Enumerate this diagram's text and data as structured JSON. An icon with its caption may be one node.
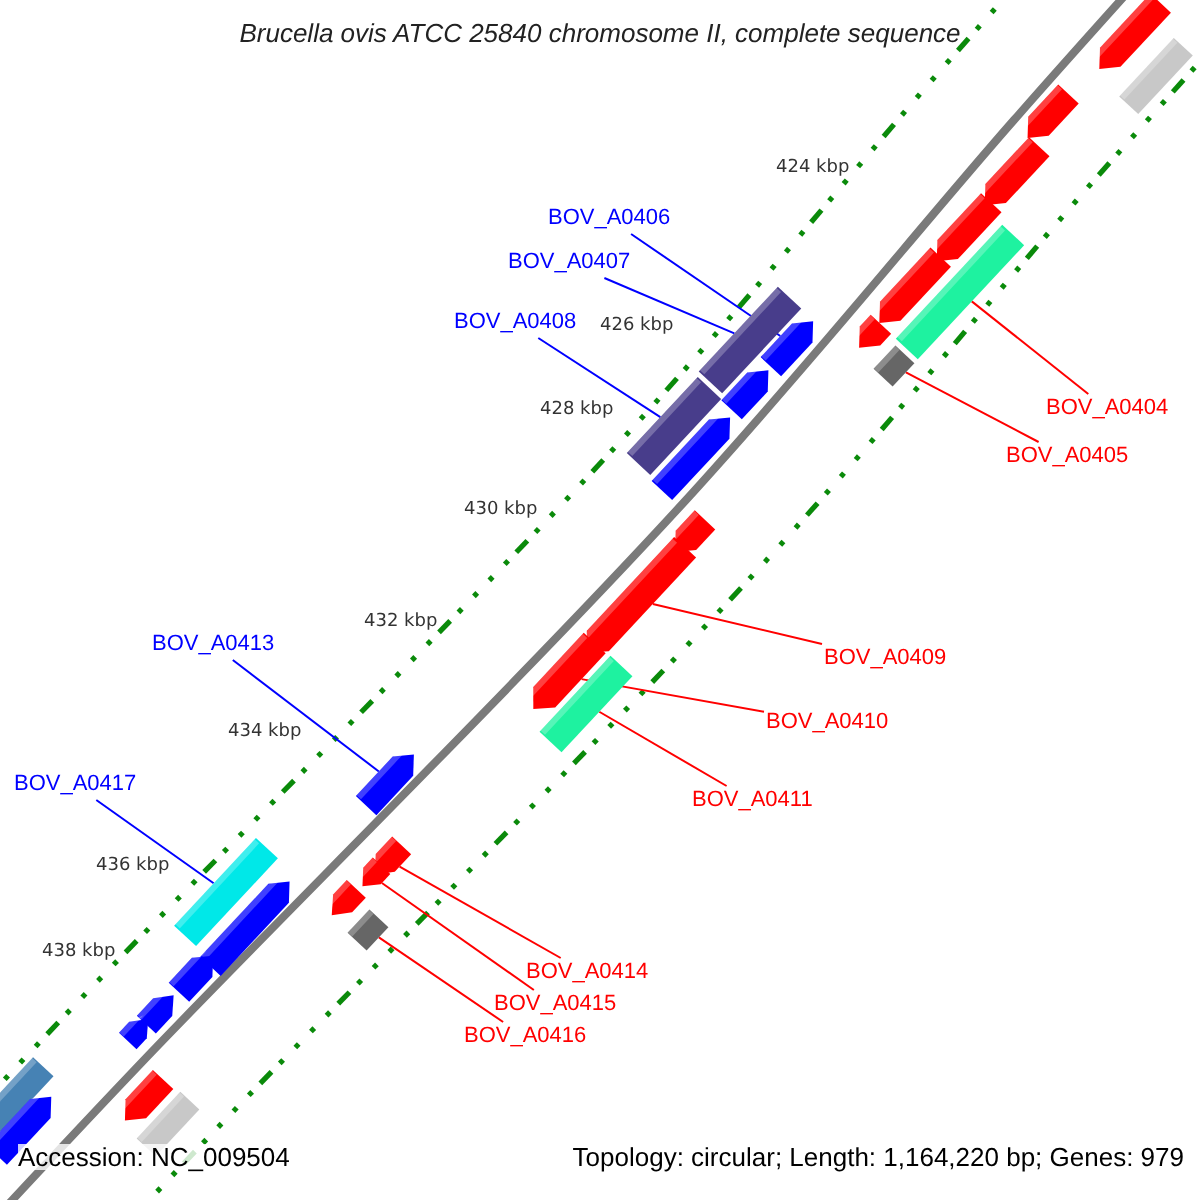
{
  "diagram": {
    "title": "Brucella ovis ATCC 25840 chromosome II, complete sequence",
    "nodes": [
      {
        "text": [
          "BOV_A0406"
        ]
      },
      {
        "text": [
          "BOV_A0407"
        ]
      },
      {
        "text": [
          "BOV_A0408"
        ]
      },
      {
        "text": [
          "BOV_A0404"
        ]
      },
      {
        "text": [
          "BOV_A0405"
        ]
      },
      {
        "text": [
          "BOV_A0413"
        ]
      },
      {
        "text": [
          "BOV_A0409"
        ]
      },
      {
        "text": [
          "BOV_A0410"
        ]
      },
      {
        "text": [
          "BOV_A0417"
        ]
      },
      {
        "text": [
          "BOV_A0411"
        ]
      },
      {
        "text": [
          "BOV_A0414"
        ]
      },
      {
        "text": [
          "BOV_A0415"
        ]
      },
      {
        "text": [
          "BOV_A0416"
        ]
      },
      {
        "text": [],
        "shape": "pentagon"
      },
      {
        "text": [],
        "shape": "bar"
      },
      {
        "text": [],
        "shape": "pentagon"
      },
      {
        "text": [],
        "shape": "pentagon"
      },
      {
        "text": [],
        "shape": "pentagon"
      },
      {
        "text": [],
        "shape": "pentagon"
      },
      {
        "text": [],
        "shape": "bar"
      },
      {
        "text": [],
        "shape": "pentagon"
      },
      {
        "text": [],
        "shape": "bar"
      },
      {
        "text": [],
        "shape": "pentagon"
      },
      {
        "text": [],
        "shape": "bar"
      },
      {
        "text": [],
        "shape": "pentagon"
      },
      {
        "text": [],
        "shape": "bar"
      },
      {
        "text": [],
        "shape": "pentagon"
      },
      {
        "text": [],
        "shape": "pentagon"
      },
      {
        "text": [],
        "shape": "pentagon"
      },
      {
        "text": [],
        "shape": "pentagon"
      },
      {
        "text": [],
        "shape": "bar"
      },
      {
        "text": [],
        "shape": "pentagon"
      },
      {
        "text": [],
        "shape": "pentagon"
      },
      {
        "text": [],
        "shape": "pentagon"
      },
      {
        "text": [],
        "shape": "bar"
      },
      {
        "text": [],
        "shape": "pentagon"
      },
      {
        "text": [],
        "shape": "pentagon"
      },
      {
        "text": [],
        "shape": "bar"
      },
      {
        "text": [],
        "shape": "pentagon"
      },
      {
        "text": [],
        "shape": "pentagon"
      },
      {
        "text": [],
        "shape": "pentagon"
      },
      {
        "text": [],
        "shape": "bar"
      },
      {
        "text": [],
        "shape": "pentagon"
      },
      {
        "text": [],
        "shape": "bar"
      },
      {
        "text": [],
        "shape": "pentagon"
      }
    ],
    "edges": [
      {
        "from": 0,
        "to": 22,
        "arrow": "none",
        "color": "#0000ff"
      },
      {
        "from": 1,
        "to": 21,
        "arrow": "none",
        "color": "#0000ff"
      },
      {
        "from": 2,
        "to": 25,
        "arrow": "none",
        "color": "#0000ff"
      },
      {
        "from": 3,
        "to": 19,
        "arrow": "none"
      },
      {
        "from": 4,
        "to": 23,
        "arrow": "none"
      },
      {
        "from": 5,
        "to": 31,
        "arrow": "none",
        "color": "#0000ff"
      },
      {
        "from": 6,
        "to": 28,
        "arrow": "none"
      },
      {
        "from": 7,
        "to": 29,
        "arrow": "none"
      },
      {
        "from": 8,
        "to": 34,
        "arrow": "none",
        "color": "#0000ff"
      },
      {
        "from": 9,
        "to": 30,
        "arrow": "none"
      },
      {
        "from": 10,
        "to": 32,
        "arrow": "none"
      },
      {
        "from": 11,
        "to": 33,
        "arrow": "none"
      },
      {
        "from": 12,
        "to": 37,
        "arrow": "none"
      }
    ],
    "labels": [
      "424 kbp",
      "426 kbp",
      "428 kbp",
      "430 kbp",
      "432 kbp",
      "434 kbp",
      "436 kbp",
      "438 kbp",
      "Accession: NC_009504",
      "Topology: circular; Length: 1,164,220 bp; Genes: 979"
    ]
  }
}
